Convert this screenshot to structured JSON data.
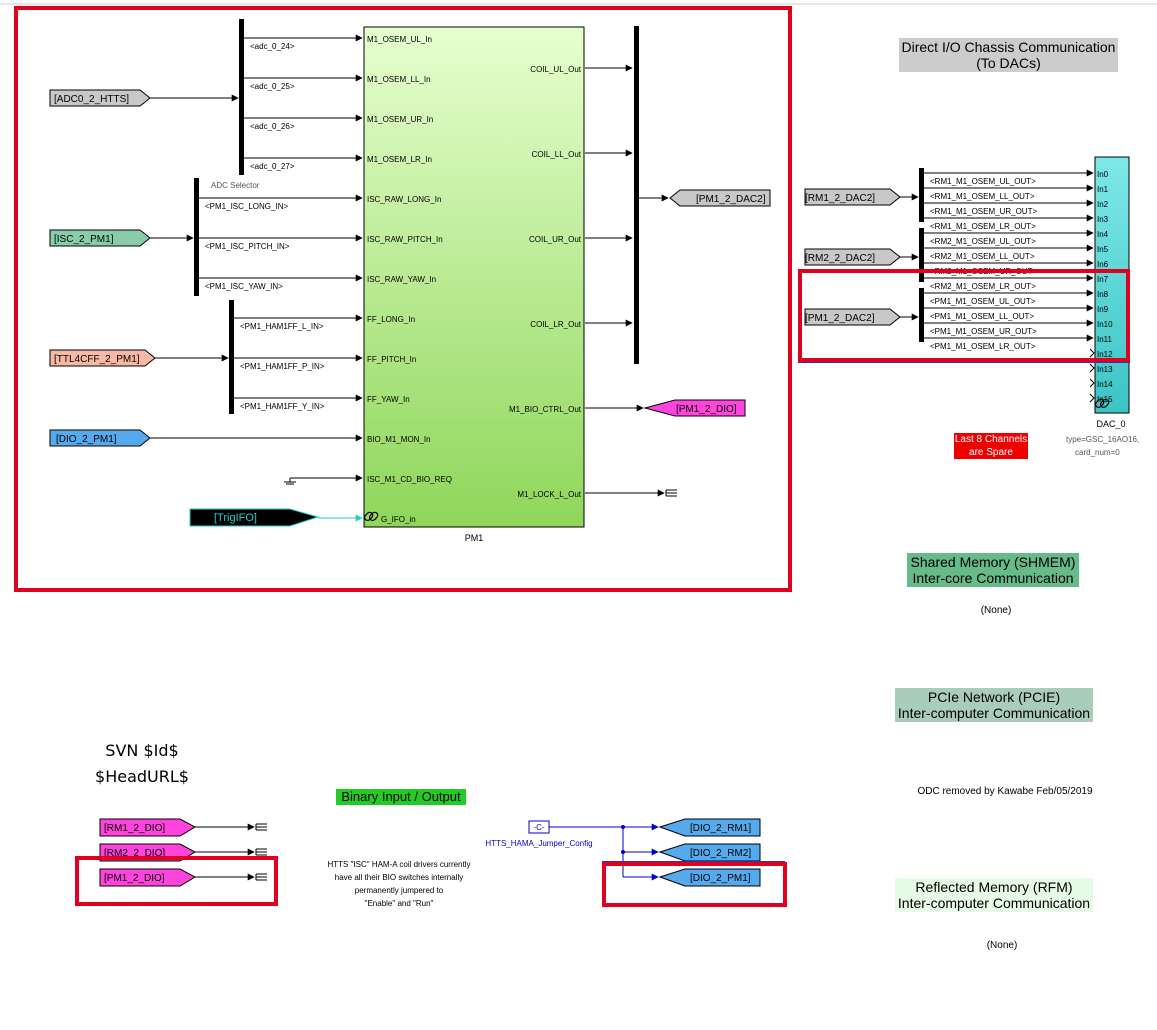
{
  "pm1_block": {
    "name": "PM1",
    "inputs": [
      "M1_OSEM_UL_In",
      "M1_OSEM_LL_In",
      "M1_OSEM_UR_In",
      "M1_OSEM_LR_In",
      "ISC_RAW_LONG_In",
      "ISC_RAW_PITCH_In",
      "ISC_RAW_YAW_In",
      "FF_LONG_In",
      "FF_PITCH_In",
      "FF_YAW_In",
      "BIO_M1_MON_In",
      "ISC_M1_CD_BIO_REQ",
      "G_IFO_in"
    ],
    "outputs": [
      "COIL_UL_Out",
      "COIL_LL_Out",
      "COIL_UR_Out",
      "COIL_LR_Out",
      "M1_BIO_CTRL_Out",
      "M1_LOCK_L_Out"
    ]
  },
  "adc_signals": [
    "<adc_0_24>",
    "<adc_0_25>",
    "<adc_0_26>",
    "<adc_0_27>"
  ],
  "adc_selector_label": "ADC Selector",
  "isc_signals": [
    "<PM1_ISC_LONG_IN>",
    "<PM1_ISC_PITCH_IN>",
    "<PM1_ISC_YAW_IN>"
  ],
  "ff_signals": [
    "<PM1_HAM1FF_L_IN>",
    "<PM1_HAM1FF_P_IN>",
    "<PM1_HAM1FF_Y_IN>"
  ],
  "from_tags": {
    "adc": "[ADC0_2_HTTS]",
    "isc": "[ISC_2_PM1]",
    "ttl": "[TTL4CFF_2_PM1]",
    "dio": "[DIO_2_PM1]",
    "trig": "[TrigIFO]"
  },
  "goto_tags": {
    "dac": "[PM1_2_DAC2]",
    "dio": "[PM1_2_DIO]"
  },
  "dac": {
    "title": "Direct I/O Chassis Communication\n(To DACs)",
    "title_line1": "Direct I/O Chassis Communication",
    "title_line2": "(To DACs)",
    "sources": [
      "[RM1_2_DAC2]",
      "[RM2_2_DAC2]",
      "[PM1_2_DAC2]"
    ],
    "signals": [
      "<RM1_M1_OSEM_UL_OUT>",
      "<RM1_M1_OSEM_LL_OUT>",
      "<RM1_M1_OSEM_UR_OUT>",
      "<RM1_M1_OSEM_LR_OUT>",
      "<RM2_M1_OSEM_UL_OUT>",
      "<RM2_M1_OSEM_LL_OUT>",
      "<RM2_M1_OSEM_UR_OUT>",
      "<RM2_M1_OSEM_LR_OUT>",
      "<PM1_M1_OSEM_UL_OUT>",
      "<PM1_M1_OSEM_LL_OUT>",
      "<PM1_M1_OSEM_UR_OUT>",
      "<PM1_M1_OSEM_LR_OUT>"
    ],
    "ports": [
      "In0",
      "In1",
      "In2",
      "In3",
      "In4",
      "In5",
      "In6",
      "In7",
      "In8",
      "In9",
      "In10",
      "In11",
      "In12",
      "In13",
      "In14",
      "In15"
    ],
    "block_name": "DAC_0",
    "type_line1": "type=GSC_16AO16,",
    "type_line2": "card_num=0",
    "spare_line1": "Last 8 Channels",
    "spare_line2": "are Spare"
  },
  "shmem": {
    "line1": "Shared Memory (SHMEM)",
    "line2": "Inter-core Communication",
    "value": "(None)"
  },
  "pcie": {
    "line1": "PCIe Network (PCIE)",
    "line2": "Inter-computer Communication"
  },
  "odc_note": "ODC removed by Kawabe Feb/05/2019",
  "rfm": {
    "line1": "Reflected Memory (RFM)",
    "line2": "Inter-computer Communication",
    "value": "(None)"
  },
  "svn": {
    "line1": "SVN $Id$",
    "line2": "$HeadURL$"
  },
  "binary_io": {
    "title": "Binary Input / Output",
    "dio_tags": [
      "[RM1_2_DIO]",
      "[RM2_2_DIO]",
      "[PM1_2_DIO]"
    ],
    "note_lines": [
      "HTTS \"ISC\" HAM-A coil drivers currently",
      "have all their BIO switches internally",
      "permanently jumpered to",
      "\"Enable\" and \"Run\""
    ],
    "const_label": "-C-",
    "const_name": "HTTS_HAMA_Jumper_Config",
    "out_tags": [
      "[DIO_2_RM1]",
      "[DIO_2_RM2]",
      "[DIO_2_PM1]"
    ]
  },
  "colors": {
    "highlight": "#e00020",
    "pm1_fill_top": "#e6ffcf",
    "pm1_fill_bottom": "#8fd65a",
    "dac_fill": "#5fd8d8",
    "magenta": "#ff44dd",
    "blue_tag": "#55aaee",
    "gray_tag": "#c8c8c8",
    "green_tag": "#88ccaa",
    "salmon_tag": "#f7b9a3"
  }
}
